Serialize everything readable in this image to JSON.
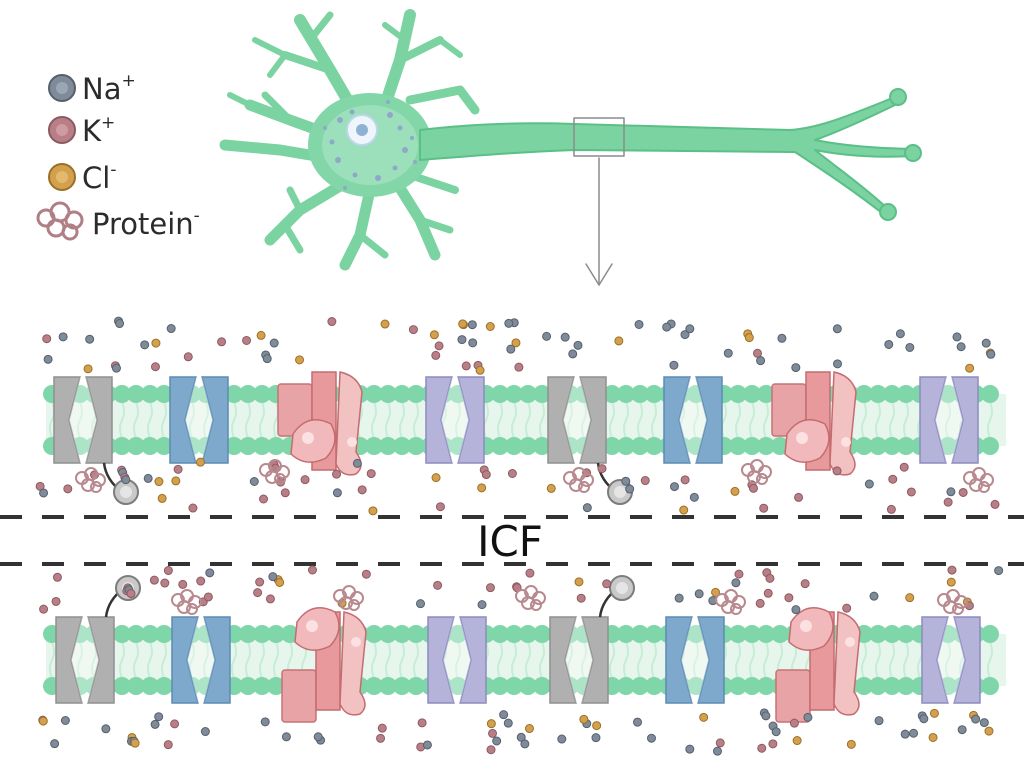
{
  "legend": {
    "items": [
      {
        "key": "na",
        "label": "Na",
        "sup": "+",
        "color": "#7f8b99",
        "edge": "#55606c"
      },
      {
        "key": "k",
        "label": "K",
        "sup": "+",
        "color": "#b97f87",
        "edge": "#8c5a62"
      },
      {
        "key": "cl",
        "label": "Cl",
        "sup": "-",
        "color": "#d3a04e",
        "edge": "#9c7026"
      },
      {
        "key": "protein",
        "label": "Protein",
        "sup": "-",
        "color": "#c99a9f",
        "edge": "#8d6a70"
      }
    ]
  },
  "compartment_label": "ICF",
  "colors": {
    "neuron": "#7ad3a0",
    "neuron_edge": "#52b880",
    "lipid_head": "#7fd6a8",
    "lipid_tail": "#c7ecd7",
    "membrane_bg": "#e6f6ec",
    "leak_channel": "#b0b0b0",
    "na_channel": "#7ea9cc",
    "k_channel": "#b5b3d9",
    "pump": "#e39a9c",
    "divider": "#333333"
  }
}
